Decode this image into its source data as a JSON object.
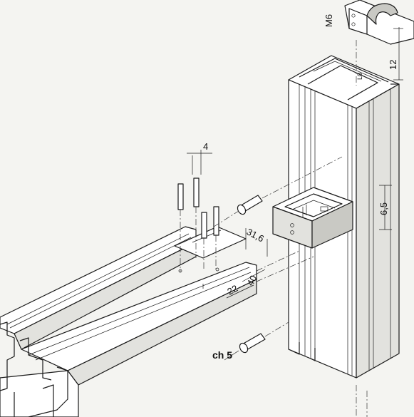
{
  "diagram": {
    "labels": {
      "m6": "M6",
      "d12": "12",
      "d4": "4",
      "d31_6": "31,6",
      "d6_5": "6,5",
      "d22": "22",
      "d40": "40",
      "ch5": "ch 5",
      "l0": "L0"
    }
  }
}
